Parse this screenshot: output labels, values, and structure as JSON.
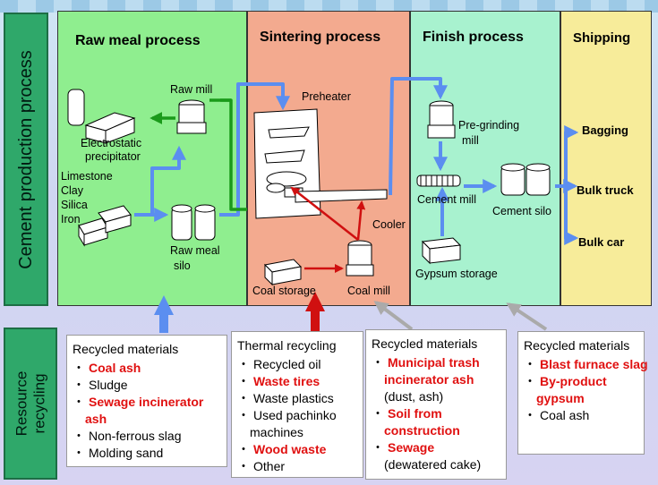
{
  "side_labels": {
    "process": "Cement production process",
    "recycling": "Resource recycling"
  },
  "panels": {
    "raw_meal": "Raw meal process",
    "sintering": "Sintering process",
    "finish": "Finish process",
    "shipping": "Shipping"
  },
  "labels": {
    "raw_mill": "Raw mill",
    "electrostatic": "Electrostatic",
    "precipitator": "precipitator",
    "limestone": "Limestone",
    "clay": "Clay",
    "silica": "Silica",
    "iron": "Iron",
    "raw_meal_silo_1": "Raw meal",
    "raw_meal_silo_2": "silo",
    "preheater": "Preheater",
    "coal_storage": "Coal storage",
    "coal_mill": "Coal mill",
    "cooler": "Cooler",
    "pre_grinding_1": "Pre-grinding",
    "pre_grinding_2": "mill",
    "cement_mill": "Cement mill",
    "cement_silo": "Cement silo",
    "gypsum_storage": "Gypsum storage",
    "bagging": "Bagging",
    "bulk_truck": "Bulk truck",
    "bulk_car": "Bulk car"
  },
  "boxes": {
    "raw": {
      "header": "Recycled materials",
      "items": [
        {
          "text": "Coal ash",
          "highlight": true
        },
        {
          "text": "Sludge",
          "highlight": false
        },
        {
          "text": "Sewage incinerator",
          "highlight": true
        },
        {
          "text": "ash",
          "highlight": true,
          "continuation": true
        },
        {
          "text": "Non-ferrous slag",
          "highlight": false
        },
        {
          "text": "Molding sand",
          "highlight": false
        }
      ]
    },
    "thermal": {
      "header": "Thermal recycling",
      "items": [
        {
          "text": "Recycled oil",
          "highlight": false
        },
        {
          "text": "Waste tires",
          "highlight": true
        },
        {
          "text": "Waste plastics",
          "highlight": false
        },
        {
          "text": "Used pachinko",
          "highlight": false
        },
        {
          "text": "machines",
          "highlight": false,
          "continuation": true
        },
        {
          "text": "Wood waste",
          "highlight": true
        },
        {
          "text": "Other",
          "highlight": false
        }
      ]
    },
    "municipal": {
      "header": "Recycled materials",
      "items": [
        {
          "text": "Municipal trash",
          "highlight": true
        },
        {
          "text": "incinerator ash",
          "highlight": true,
          "continuation": true
        },
        {
          "text": "(dust, ash)",
          "highlight": false,
          "continuation": true
        },
        {
          "text": "Soil from",
          "highlight": true
        },
        {
          "text": "construction",
          "highlight": true,
          "continuation": true
        },
        {
          "text": "Sewage",
          "highlight": true
        },
        {
          "text": "(dewatered cake)",
          "highlight": false,
          "continuation": true
        }
      ]
    },
    "finish": {
      "header": "Recycled materials",
      "items": [
        {
          "text": "Blast furnace slag",
          "highlight": true
        },
        {
          "text": "By-product",
          "highlight": true
        },
        {
          "text": "gypsum",
          "highlight": true,
          "continuation": true
        },
        {
          "text": "Coal ash",
          "highlight": false
        }
      ]
    }
  },
  "colors": {
    "raw_panel": "#8fee8f",
    "sintering_panel": "#f3aa8f",
    "finish_panel": "#a8f2cf",
    "shipping_panel": "#f7ec9a",
    "highlight": "#e01010",
    "flow_blue": "#5b8ef0",
    "flow_green": "#1a9a1a",
    "flow_red": "#d01010"
  }
}
